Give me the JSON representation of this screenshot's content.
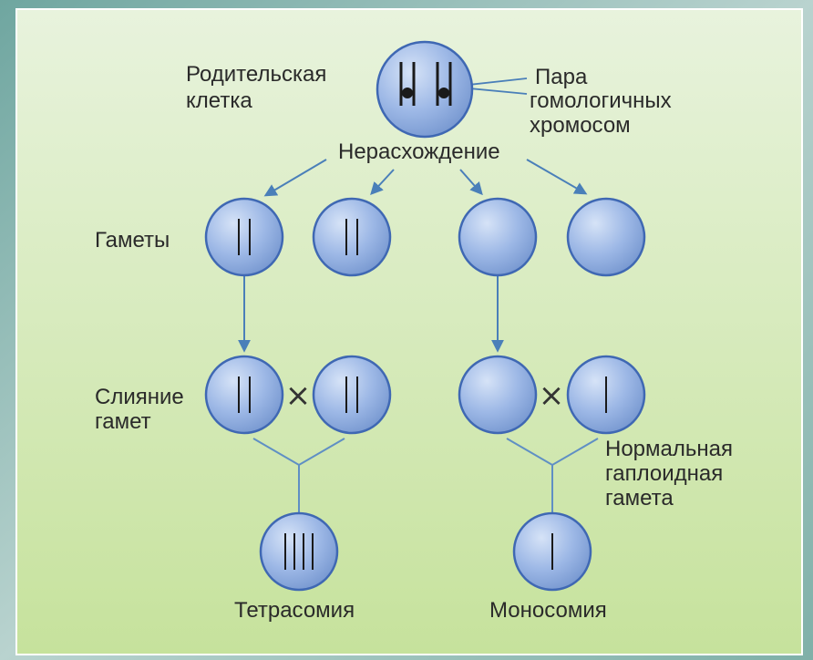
{
  "colors": {
    "panel_top": "#e8f3dd",
    "panel_bottom": "#c6e29c",
    "cell_fill": "#9db8e6",
    "cell_stroke": "#3f68b3",
    "arrow": "#4a7fb9",
    "line": "#5f8fc4",
    "chromosome": "#1a1a1a"
  },
  "labels": {
    "parent_cell_line1": "Родительская",
    "parent_cell_line2": "клетка",
    "homologous_pair_line1": "Пара",
    "homologous_pair_line2": "гомологичных",
    "homologous_pair_line3": "хромосом",
    "nondisjunction": "Нерасхождение",
    "gametes": "Гаметы",
    "fusion_line1": "Слияние",
    "fusion_line2": "гамет",
    "normal_gamete_line1": "Нормальная",
    "normal_gamete_line2": "гаплоидная",
    "normal_gamete_line3": "гамета",
    "tetrasomy": "Тетрасомия",
    "monosomy": "Моносомия",
    "cross_symbol": "×"
  },
  "cells": [
    {
      "role": "parent",
      "chromosomes": 4
    },
    {
      "role": "gamete",
      "chromosomes": 2
    },
    {
      "role": "gamete",
      "chromosomes": 2
    },
    {
      "role": "gamete",
      "chromosomes": 0
    },
    {
      "role": "gamete",
      "chromosomes": 0
    },
    {
      "role": "fusion",
      "chromosomes": 2
    },
    {
      "role": "fusion",
      "chromosomes": 2
    },
    {
      "role": "fusion",
      "chromosomes": 0
    },
    {
      "role": "fusion",
      "chromosomes": 1
    },
    {
      "role": "zygote",
      "chromosomes": 4
    },
    {
      "role": "zygote",
      "chromosomes": 1
    }
  ]
}
